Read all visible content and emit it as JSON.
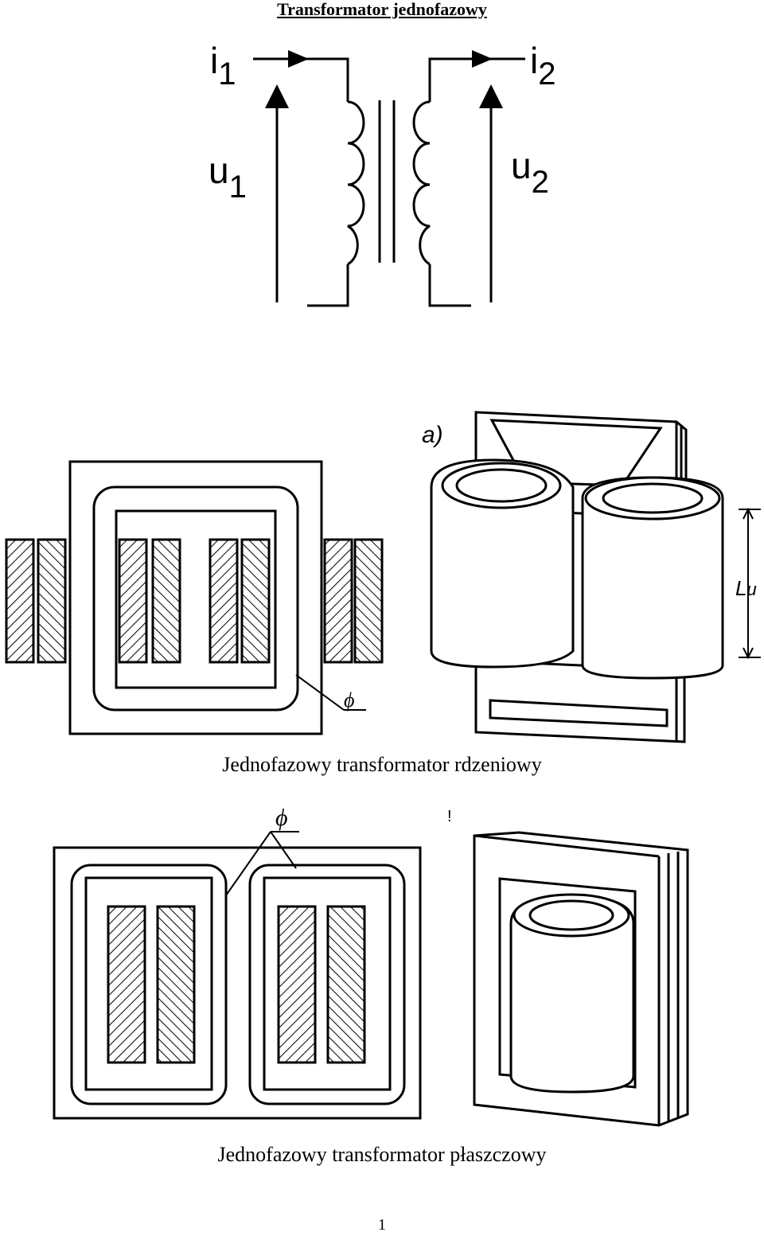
{
  "page": {
    "title": "Transformator jednofazowy",
    "page_number": "1"
  },
  "circuit": {
    "primary_current": "i",
    "primary_current_sub": "1",
    "secondary_current": "i",
    "secondary_current_sub": "2",
    "primary_voltage": "u",
    "primary_voltage_sub": "1",
    "secondary_voltage": "u",
    "secondary_voltage_sub": "2"
  },
  "core_transformer": {
    "caption": "Jednofazowy transformator rdzeniowy",
    "flux_label": "ϕ",
    "figure_label": "a)",
    "length_label": "L",
    "length_label_sub": "u"
  },
  "shell_transformer": {
    "caption": "Jednofazowy transformator płaszczowy",
    "flux_label": "ϕ",
    "mark": "!"
  }
}
